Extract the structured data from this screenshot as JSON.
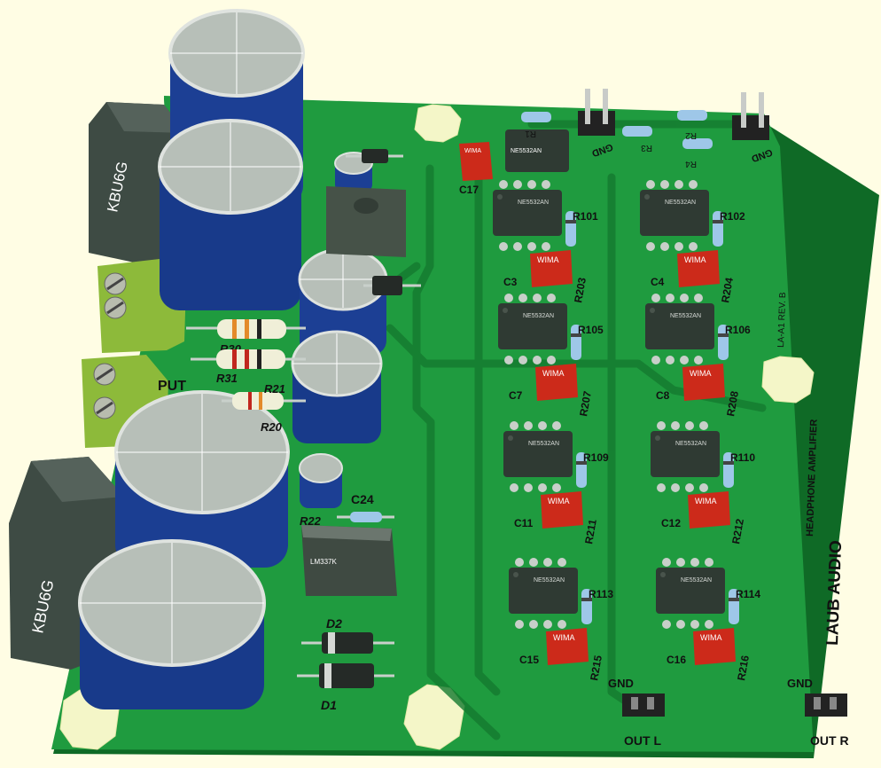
{
  "board": {
    "brand": "LAUB AUDIO",
    "title": "HEADPHONE AMPLIFIER",
    "revision": "LA-A1 REV. B",
    "colors": {
      "pcb": "#1f9b3f",
      "pcb_dark": "#137a2c",
      "cap": "#1c3f94",
      "chip": "#2f3a33",
      "wima": "#cc2a1a",
      "pad": "#c8cfc9",
      "background": "#fffde4"
    }
  },
  "labels": {
    "bridge_top": "KBU6G",
    "bridge_bottom": "KBU6G",
    "input": "PUT",
    "r30": "R30",
    "r31": "R31",
    "r21": "R21",
    "r20": "R20",
    "r22": "R22",
    "c24": "C24",
    "c17": "C17",
    "d1": "D1",
    "d2": "D2",
    "gnd_top_1": "GND",
    "gnd_top_2": "GND",
    "gnd_out_l": "GND",
    "gnd_out_r": "GND",
    "out_l": "OUT L",
    "out_r": "OUT R",
    "r1": "R1",
    "r2": "R2",
    "r3": "R3",
    "r4": "R4",
    "regulator_bottom": "LM337K",
    "plus": "+"
  },
  "chip_marking": "NE5532AN",
  "wima_text": "WIMA",
  "stages": [
    {
      "resistor": "R101",
      "cap": "C3",
      "rlow": "R203"
    },
    {
      "resistor": "R102",
      "cap": "C4",
      "rlow": "R204"
    },
    {
      "resistor": "R105",
      "cap": "C7",
      "rlow": "R207"
    },
    {
      "resistor": "R106",
      "cap": "C8",
      "rlow": "R208"
    },
    {
      "resistor": "R109",
      "cap": "C11",
      "rlow": "R211"
    },
    {
      "resistor": "R110",
      "cap": "C12",
      "rlow": "R212"
    },
    {
      "resistor": "R113",
      "cap": "C15",
      "rlow": "R215"
    },
    {
      "resistor": "R114",
      "cap": "C16",
      "rlow": "R216"
    }
  ],
  "icons": [
    "screw-terminal-icon",
    "pin-header-icon",
    "electrolytic-capacitor-icon",
    "ic-chip-icon",
    "resistor-icon",
    "diode-icon"
  ]
}
